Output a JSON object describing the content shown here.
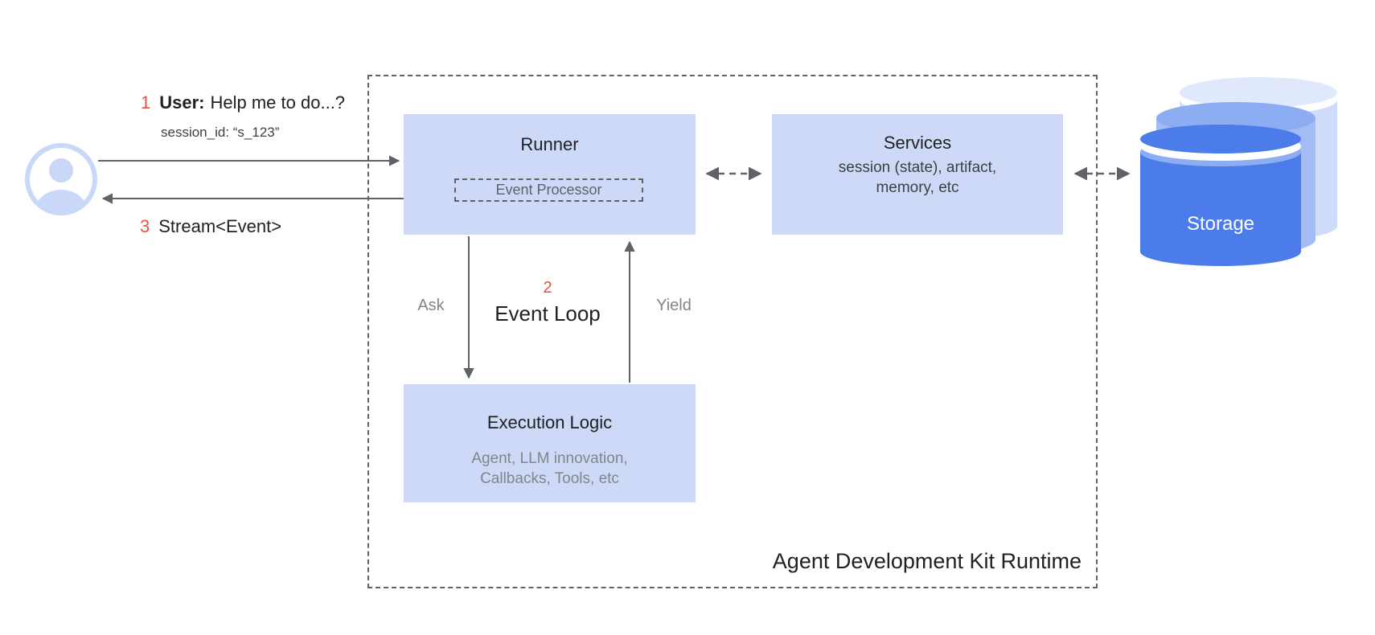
{
  "user_flow": {
    "step1_number": "1",
    "step1_prefix": "User:",
    "step1_text": "Help me to do...?",
    "session_id": "session_id: “s_123”",
    "step3_number": "3",
    "step3_text": "Stream<Event>"
  },
  "runner": {
    "title": "Runner",
    "event_processor": "Event Processor"
  },
  "services": {
    "title": "Services",
    "subtitle_line1": "session (state), artifact,",
    "subtitle_line2": "memory, etc"
  },
  "execution_logic": {
    "title": "Execution Logic",
    "subtitle_line1": "Agent, LLM innovation,",
    "subtitle_line2": "Callbacks, Tools, etc"
  },
  "event_loop": {
    "number": "2",
    "title": "Event Loop",
    "ask_label": "Ask",
    "yield_label": "Yield"
  },
  "storage": {
    "label": "Storage"
  },
  "runtime_box": {
    "label": "Agent Development Kit Runtime"
  },
  "icons": {
    "user": "user-avatar-icon",
    "storage": "database-cylinder-icon"
  },
  "colors": {
    "node_fill": "#cdd9f7",
    "line_gray": "#5f6368",
    "text_dark": "#202124",
    "text_gray": "#80868b",
    "accent_red": "#e8503d",
    "storage_front_blue": "#4c7ce9",
    "storage_mid_blue": "#8cadf1",
    "storage_back_blue": "#cfdcfa",
    "user_icon_blue": "#c9d7f8"
  }
}
